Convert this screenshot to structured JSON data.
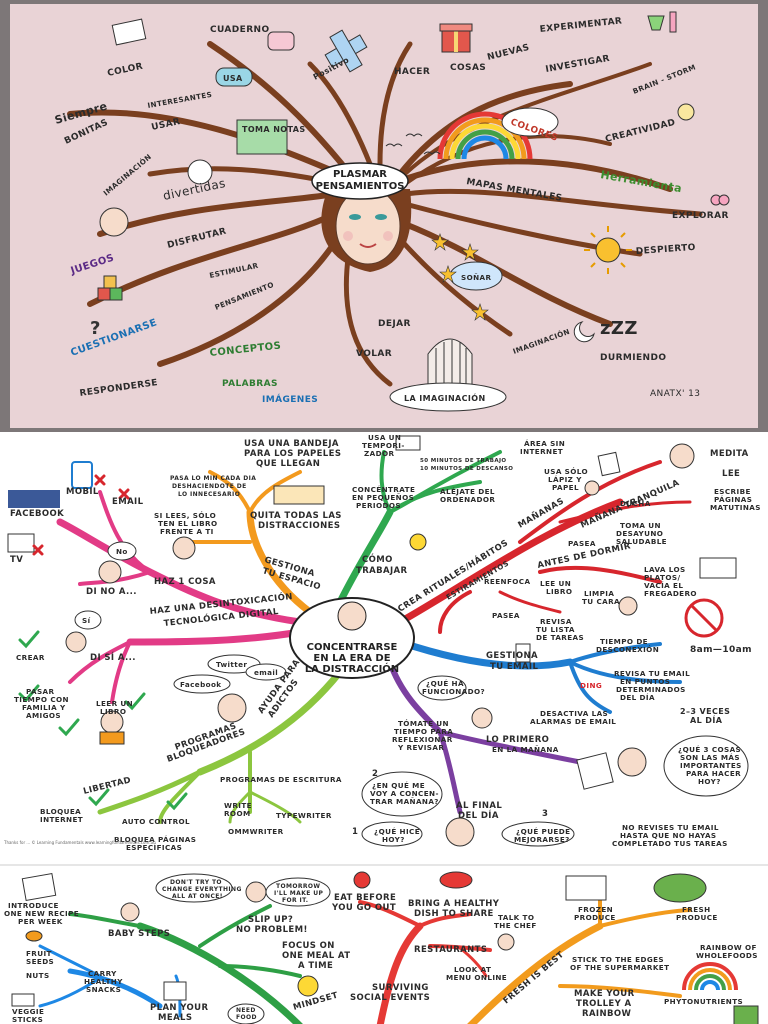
{
  "map1": {
    "center": [
      "PLASMAR",
      "PENSAMIENTOS"
    ],
    "labels": {
      "cuaderno": "CUADERNO",
      "usa": "USA",
      "positivo": "Positivo",
      "experimentar": "EXPERIMENTAR",
      "hacer": "HACER",
      "cosas": "COSAS",
      "nuevas": "NUEVAS",
      "investigar": "INVESTIGAR",
      "color": "COLOR",
      "siempre": "Siempre",
      "bonitas": "BONITAS",
      "interesantes": "INTERESANTES",
      "usar": "USAR",
      "toma_notas": "TOMA NOTAS",
      "brain_storm": "BRAIN - STORM",
      "creatividad": "CREATIVIDAD",
      "colores": "COLORES",
      "imaginacion": "IMAGINACIÓN",
      "divertidas": "divertidas",
      "mapas_mentales": "MAPAS MENTALES",
      "herramienta": "Herramienta",
      "explorar": "EXPLORAR",
      "disfrutar": "DISFRUTAR",
      "despierto": "DESPIERTO",
      "juegos": "JUEGOS",
      "estimular": "ESTIMULAR",
      "sonar": "SOÑAR",
      "pensamiento": "PENSAMIENTO",
      "cuestionarse": "CUESTIONARSE",
      "dejar": "DEJAR",
      "zzz": "zZZ",
      "conceptos": "CONCEPTOS",
      "volar": "VOLAR",
      "imaginacion_small": "IMAGINACIÓN",
      "durmiendo": "DURMIENDO",
      "responderse": "RESPONDERSE",
      "palabras": "PALABRAS",
      "imagenes": "IMÁGENES",
      "la_imaginacion": "LA IMAGINACIÓN",
      "signature": "ANATX' 13"
    }
  },
  "map2": {
    "center": [
      "CONCENTRARSE",
      "EN LA ERA DE",
      "LA DISTRACCIÓN"
    ],
    "labels": {
      "usa_bandeja": "USA UNA BANDEJA",
      "usa_bandeja2": "PARA LOS PAPELES",
      "usa_bandeja3": "QUE LLEGAN",
      "usa_temporizador": "USA UN",
      "usa_temporizador2": "TEMPORI-",
      "usa_temporizador3": "ZADOR",
      "minutos": "50 MINUTOS DE TRABAJO",
      "minutos2": "10 MINUTOS DE DESCANSO",
      "area_sin": "ÁREA SIN",
      "area_sin2": "INTERNET",
      "medita": "MEDITA",
      "lee": "LEE",
      "mobil": "MOBIL",
      "email": "EMAIL",
      "facebook": "FACEBOOK",
      "tv": "TV",
      "pasa_lo": "PASA LO MIN CADA DIA",
      "pasa_lo2": "DESHACIENDOTE DE",
      "pasa_lo3": "LO INNECESARIO",
      "concentrate": "CONCÉNTRATE",
      "concentrate2": "EN PEQUEÑOS",
      "concentrate3": "PERIODOS",
      "alejate": "ALÉJATE DEL",
      "alejate2": "ORDENADOR",
      "usa_solo": "USA SÓLO",
      "usa_solo2": "LÁPIZ Y",
      "usa_solo3": "PAPEL",
      "manana_tranquila": "MAÑANA TRANQUILA",
      "escribe": "ESCRIBE",
      "escribe2": "PÁGINAS",
      "escribe3": "MATUTINAS",
      "no": "No",
      "si_lees": "SI LEES, SÓLO",
      "si_lees2": "TEN EL LIBRO",
      "si_lees3": "FRENTE A TI",
      "quita": "QUITA TODAS LAS",
      "quita2": "DISTRACCIONES",
      "ducha": "DUCHA",
      "di_no": "DI NO A...",
      "gestiona_espacio": "GESTIONA",
      "gestiona_espacio2": "TU ESPACIO",
      "haz_1": "HAZ 1 COSA",
      "como_trabajar": "CÓMO",
      "como_trabajar2": "TRABAJAR",
      "mananas": "MAÑANAS",
      "pasea": "PASEA",
      "toma_desayuno": "TOMA UN",
      "toma_desayuno2": "DESAYUNO",
      "toma_desayuno3": "SALUDABLE",
      "crea_rituales": "CREA RITUALES/HÁBITOS",
      "antes_dormir": "ANTES DE DORMIR",
      "lava": "LAVA LOS",
      "lava2": "PLATOS/",
      "lava3": "VACÍA EL",
      "lava4": "FREGADERO",
      "haz_desintox": "HAZ UNA DESINTOXICACIÓN",
      "haz_desintox2": "TECNOLÓGICA DIGITAL",
      "estiramientos": "ESTIRAMIENTOS",
      "reenfoca": "REENFOCA",
      "lee_libro_m": "LEE UN",
      "lee_libro_m2": "LIBRO",
      "limpia": "LIMPIA",
      "limpia2": "TU CARA",
      "si": "Sí",
      "di_si": "DI SÍ A...",
      "pasea2": "PASEA",
      "revisa_lista": "REVISA",
      "revisa_lista2": "TU LISTA",
      "revisa_lista3": "DE TAREAS",
      "crear": "CREAR",
      "twitter": "Twitter",
      "email2": "email",
      "facebook2": "Facebook",
      "gestiona_email": "GESTIONA",
      "gestiona_email2": "TU EMAIL",
      "tiempo_desc": "TIEMPO DE",
      "tiempo_desc2": "DESCONEXIÓN",
      "hora": "8am—10am",
      "revisa_email": "REVISA TU EMAIL",
      "revisa_email2": "EN PUNTOS",
      "revisa_email3": "DETERMINADOS",
      "revisa_email4": "DEL DÍA",
      "pasar_tiempo": "PASAR",
      "pasar_tiempo2": "TIEMPO CON",
      "pasar_tiempo3": "FAMILIA Y",
      "pasar_tiempo4": "AMIGOS",
      "leer_libro": "LEER UN",
      "leer_libro2": "LIBRO",
      "ayuda_adictos": "AYUDA PARA",
      "ayuda_adictos2": "ADICTOS",
      "que_ha": "¿QUÉ HA",
      "que_ha2": "FUNCIONADO?",
      "desactiva": "DESACTIVA LAS",
      "desactiva2": "ALARMAS DE EMAIL",
      "ding": "DING",
      "veces": "2–3 VECES",
      "veces2": "AL DÍA",
      "tomate_tiempo": "TÓMATE UN",
      "tomate_tiempo2": "TIEMPO PARA",
      "tomate_tiempo3": "REFLEXIONAR",
      "tomate_tiempo4": "Y REVISAR",
      "lo_primero": "LO PRIMERO",
      "lo_primero2": "EN LA MAÑANA",
      "programas_bloq": "PROGRAMAS",
      "programas_bloq2": "BLOQUEADORES",
      "que_3": "¿QUÉ 3 COSAS",
      "que_3b": "SON LAS MÁS",
      "que_3c": "IMPORTANTES",
      "que_3d": "PARA HACER",
      "que_3e": "HOY?",
      "libertad": "LIBERTAD",
      "programas_escritura": "PROGRAMAS DE ESCRITURA",
      "en_que": "¿EN QUÉ ME",
      "en_que2": "VOY A CONCEN-",
      "en_que3": "TRAR MAÑANA?",
      "al_final": "AL FINAL",
      "al_final2": "DEL DÍA",
      "write_room": "WRITE",
      "write_room2": "ROOM",
      "typewriter": "TYPEWRITER",
      "bloquea_internet": "BLOQUEA",
      "bloquea_internet2": "INTERNET",
      "autocontrol": "AUTO CONTROL",
      "ommwriter": "OMMWRITER",
      "que_hice": "¿QUÉ HICE",
      "que_hice2": "HOY?",
      "que_puede": "¿QUÉ PUEDE",
      "que_puede2": "MEJORARSE?",
      "bloquea_paginas": "BLOQUEA PÁGINAS",
      "bloquea_paginas2": "ESPECÍFICAS",
      "no_revises": "NO REVISES TU EMAIL",
      "no_revises2": "HASTA QUE NO HAYAS",
      "no_revises3": "COMPLETADO TUS TAREAS",
      "num1": "1",
      "num2": "2",
      "num3": "3",
      "credit": "Thanks for ...   © Learning Fundamentals   www.learningfundamentals.com.au"
    }
  },
  "map3": {
    "labels": {
      "introduce": "INTRODUCE",
      "introduce2": "ONE NEW RECIPE",
      "introduce3": "PER WEEK",
      "dont_try": "DON'T TRY TO",
      "dont_try2": "CHANGE EVERYTHING",
      "dont_try3": "ALL AT ONCE!",
      "tomorrow": "TOMORROW",
      "tomorrow2": "I'LL MAKE UP",
      "tomorrow3": "FOR IT.",
      "eat_before": "EAT BEFORE",
      "eat_before2": "YOU GO OUT",
      "bring": "BRING A HEALTHY",
      "bring2": "DISH TO SHARE",
      "talk_chef": "TALK TO",
      "talk_chef2": "THE CHEF",
      "frozen": "FROZEN",
      "frozen2": "PRODUCE",
      "fresh": "FRESH",
      "fresh2": "PRODUCE",
      "fruit": "FRUIT",
      "seeds": "SEEDS",
      "baby_steps": "BABY STEPS",
      "slip_up": "SLIP UP?",
      "slip_up2": "NO PROBLEM!",
      "carry": "CARRY",
      "carry2": "HEALTHY",
      "carry3": "SNACKS",
      "nuts": "NUTS",
      "focus": "FOCUS ON",
      "focus2": "ONE MEAL AT",
      "focus3": "A TIME",
      "restaurants": "RESTAURANTS",
      "stick": "STICK TO THE EDGES",
      "stick2": "OF THE SUPERMARKET",
      "rainbow_of": "RAINBOW OF",
      "rainbow_of2": "WHOLEFOODS",
      "veggie": "VEGGIE",
      "veggie2": "STICKS",
      "plan": "PLAN YOUR",
      "plan2": "MEALS",
      "mindset": "MINDSET",
      "look_menu": "LOOK AT",
      "look_menu2": "MENU ONLINE",
      "surviving": "SURVIVING",
      "surviving2": "SOCIAL EVENTS",
      "fresh_best": "FRESH IS BEST",
      "make_trolley": "MAKE YOUR",
      "make_trolley2": "TROLLEY A",
      "make_trolley3": "RAINBOW",
      "phytonutrients": "PHYTONUTRIENTS",
      "need_food": "NEED",
      "need_food2": "FOOD"
    }
  },
  "colors": {
    "frame": "#7d7778",
    "pink": "#e9d3d6",
    "hair": "#7a3f1f",
    "m2_pink": "#e23b86",
    "m2_orange": "#f39a1e",
    "m2_green": "#2fa84f",
    "m2_red": "#d7262d",
    "m2_blue": "#1f7dd0",
    "m2_purple": "#7b3fa0",
    "m2_lime": "#8cc63f",
    "m3_red": "#e53935",
    "m3_green": "#2e9f45",
    "m3_blue": "#1e88e5",
    "m3_orange": "#f29b1d"
  }
}
